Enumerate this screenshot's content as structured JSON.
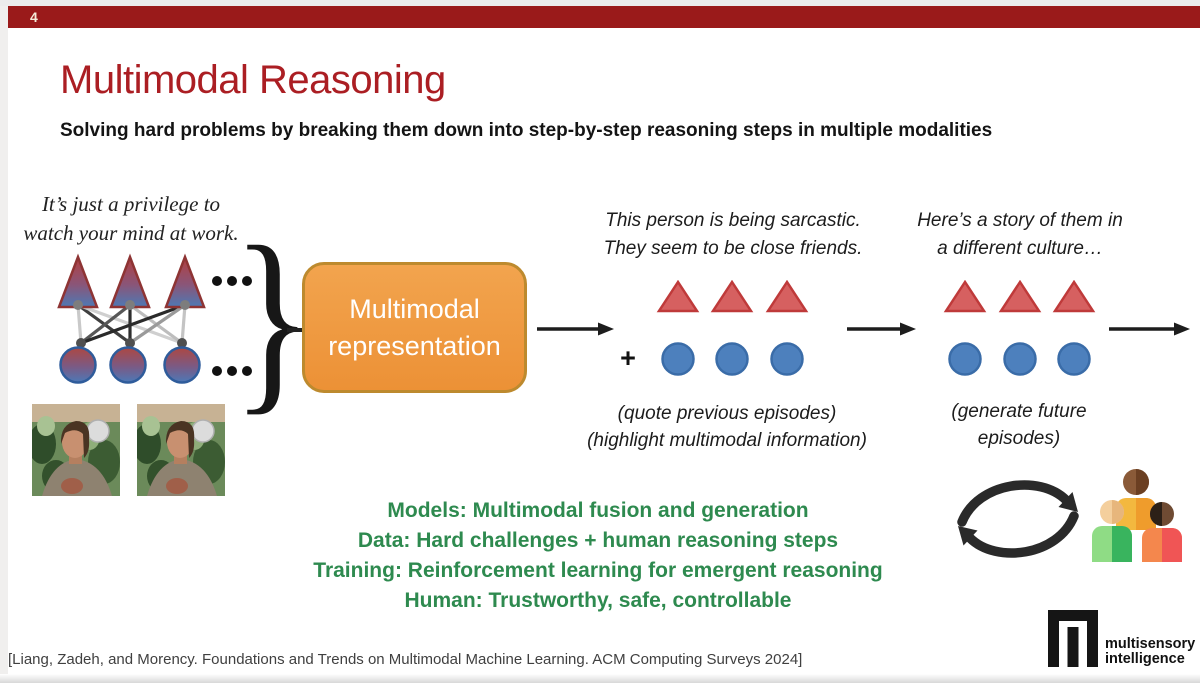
{
  "window": {
    "slide_number": "4"
  },
  "slide": {
    "title": "Multimodal Reasoning",
    "subtitle": "Solving hard problems by breaking them down into step-by-step reasoning steps in multiple modalities",
    "quote": {
      "line1": "It’s just a privilege to",
      "line2": "watch your mind at work."
    },
    "brace_glyph": "}",
    "representation_box": {
      "line1": "Multimodal",
      "line2": "representation"
    },
    "middle": {
      "thought_line1": "This person is being sarcastic.",
      "thought_line2": "They seem to be close friends.",
      "plus": "+",
      "action_line1": "(quote previous episodes)",
      "action_line2": "(highlight multimodal information)"
    },
    "right": {
      "thought_line1": "Here’s a story of them in",
      "thought_line2": "a different culture…",
      "action_line1": "(generate future",
      "action_line2": "episodes)"
    },
    "goals": {
      "lines": [
        "Models: Multimodal fusion and generation",
        "Data: Hard challenges + human reasoning steps",
        "Training: Reinforcement learning for emergent reasoning",
        "Human: Trustworthy, safe, controllable"
      ]
    },
    "citation": "[Liang, Zadeh, and Morency. Foundations and Trends on Multimodal Machine Learning. ACM Computing Surveys 2024]",
    "logo": {
      "line1": "multisensory",
      "line2": "intelligence"
    }
  },
  "colors": {
    "top_bar": "#9a1a1a",
    "title_red": "#ab1e23",
    "goals_green": "#2e8a4f",
    "box_fill": "#ef9a41",
    "box_border": "#bd8a2e",
    "triangle_fill": "#d66060",
    "triangle_border": "#bf3a3a",
    "circle_fill": "#4d80bd",
    "circle_border": "#3a6ca8"
  }
}
